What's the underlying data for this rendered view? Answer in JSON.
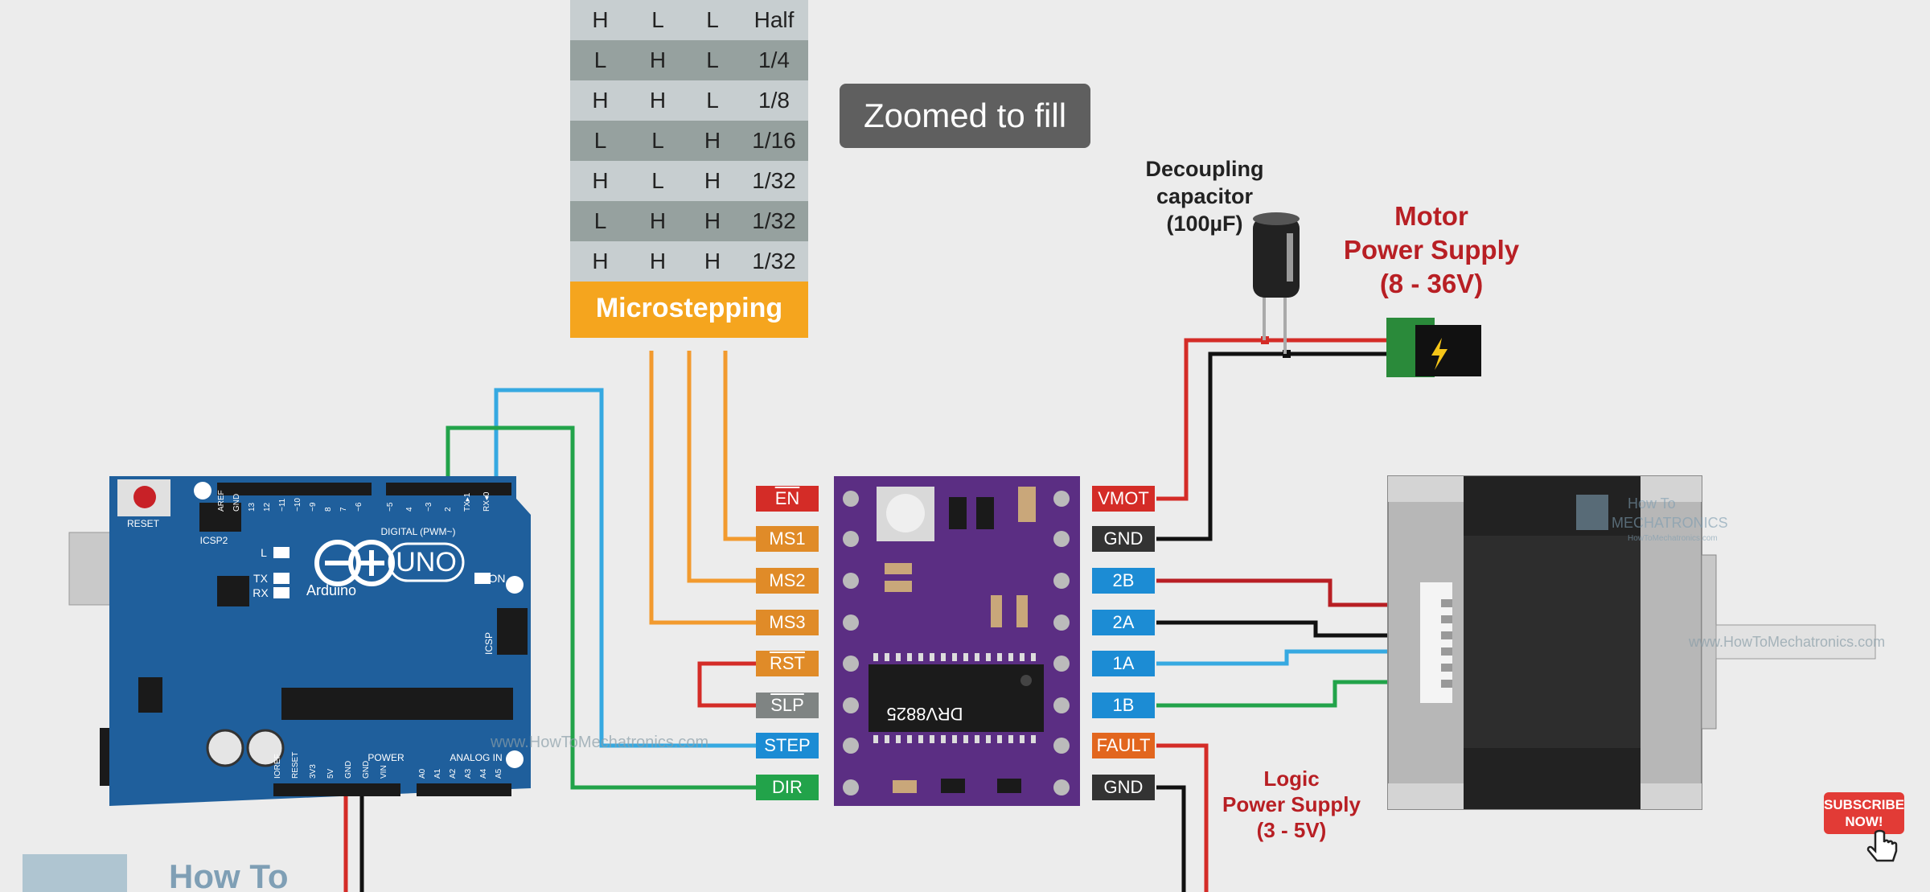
{
  "microstepping_table": {
    "rows": [
      [
        "H",
        "L",
        "L",
        "Half"
      ],
      [
        "L",
        "H",
        "L",
        "1/4"
      ],
      [
        "H",
        "H",
        "L",
        "1/8"
      ],
      [
        "L",
        "L",
        "H",
        "1/16"
      ],
      [
        "H",
        "L",
        "H",
        "1/32"
      ],
      [
        "L",
        "H",
        "H",
        "1/32"
      ],
      [
        "H",
        "H",
        "H",
        "1/32"
      ]
    ],
    "title": "Microstepping"
  },
  "overlay": {
    "zoom_label": "Zoomed to fill"
  },
  "capacitor": {
    "label_line1": "Decoupling",
    "label_line2": "capacitor",
    "label_line3": "(100µF)"
  },
  "motor_supply": {
    "line1": "Motor",
    "line2": "Power Supply",
    "line3": "(8 - 36V)"
  },
  "logic_supply": {
    "line1": "Logic",
    "line2": "Power Supply",
    "line3": "(3 - 5V)"
  },
  "driver": {
    "chip_label": "DRV8825",
    "left_pins": [
      "EN",
      "MS1",
      "MS2",
      "MS3",
      "RST",
      "SLP",
      "STEP",
      "DIR"
    ],
    "right_pins": [
      "VMOT",
      "GND",
      "2B",
      "2A",
      "1A",
      "1B",
      "FAULT",
      "GND"
    ]
  },
  "arduino": {
    "name": "Arduino",
    "model": "UNO",
    "reset": "RESET",
    "icsp2": "ICSP2",
    "icsp": "ICSP",
    "led_l": "L",
    "led_tx": "TX",
    "led_rx": "RX",
    "on": "ON",
    "digital": "DIGITAL (PWM~)",
    "power": "POWER",
    "analog": "ANALOG IN",
    "top_pins": [
      "AREF",
      "GND",
      "13",
      "12",
      "~11",
      "~10",
      "~9",
      "8",
      "7",
      "~6",
      "~5",
      "4",
      "~3",
      "2",
      "TX▸1",
      "RX◂0"
    ],
    "bottom_pins": [
      "IOREF",
      "RESET",
      "3V3",
      "5V",
      "GND",
      "GND",
      "VIN",
      "A0",
      "A1",
      "A2",
      "A3",
      "A4",
      "A5"
    ]
  },
  "watermarks": {
    "site": "www.HowToMechatronics.com",
    "logo_text": "How To",
    "logo_sub": "MECHATRONICS",
    "logo_url": "HowToMechatronics.com"
  },
  "subscribe": {
    "line1": "SUBSCRIBE",
    "line2": "NOW!"
  },
  "colors": {
    "wire_red": "#d42c27",
    "wire_black": "#111111",
    "wire_blue": "#36a9e1",
    "wire_green": "#22a34a",
    "wire_orange": "#f29a2e",
    "driver_board": "#5b2e83",
    "arduino_board": "#1f5f9c"
  }
}
